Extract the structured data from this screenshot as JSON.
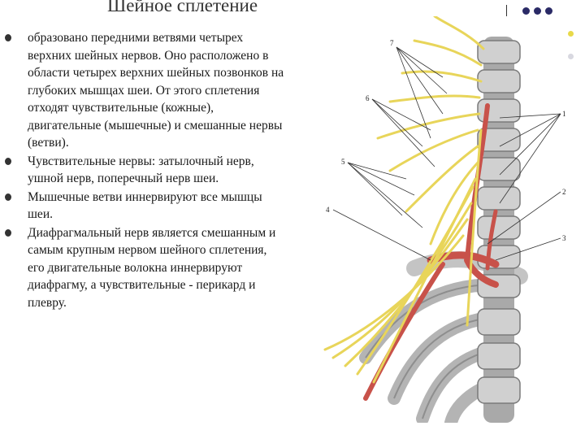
{
  "title": "Шейное сплетение",
  "bullets": [
    "образовано передними ветвями четырех верхних шейных нервов. Оно расположено в области четырех верхних шейных позвонков на глубоких мышцах шеи.  От этого сплетения отходят чувствительные (кожные), двигательные (мышечные) и смешанные нервы (ветви).",
    " Чувствительные нервы: затылочный нерв, ушной нерв, поперечный нерв шеи.",
    " Мышечные ветви иннервируют  все мышцы шеи.",
    " Диафрагмальный нерв является смешанным и самым крупным нервом шейного сплетения, его двигательные волокна иннервируют диафрагму, а чувствительные - перикард и плевру."
  ],
  "figure": {
    "labels": [
      "7",
      "6",
      "5",
      "4",
      "1",
      "2",
      "3"
    ]
  },
  "colors": {
    "nerve": "#e8d55a",
    "vessel": "#c8524a",
    "bone": "#b8b8b8",
    "nav_dot": "#2a2a66"
  }
}
